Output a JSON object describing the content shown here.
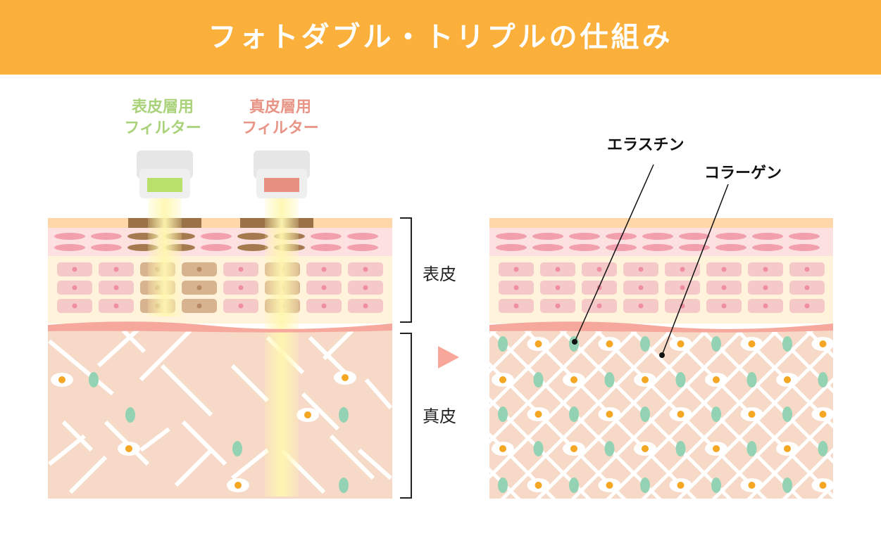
{
  "title": "フォトダブル・トリプルの仕組み",
  "filters": [
    {
      "line1": "表皮層用",
      "line2": "フィルター",
      "color": "#b8e06b"
    },
    {
      "line1": "真皮層用",
      "line2": "フィルター",
      "color": "#e8907f"
    }
  ],
  "layers": {
    "epidermis": "表皮",
    "dermis": "真皮"
  },
  "annotations": {
    "elastin": "エラスチン",
    "collagen": "コラーゲン"
  },
  "colors": {
    "banner": "#fbb03b",
    "skin_surface": "#ffd7a8",
    "epidermis_top": "#fde0e0",
    "epidermis_base": "#fff3dc",
    "basement": "#f5a89b",
    "dermis": "#f7d9c7",
    "fiber": "#ffffff",
    "elastin": "#93d3b3",
    "arrow": "#f8a89b"
  },
  "icons": [
    "handpiece-icon",
    "light-beam",
    "arrow-right-icon"
  ]
}
